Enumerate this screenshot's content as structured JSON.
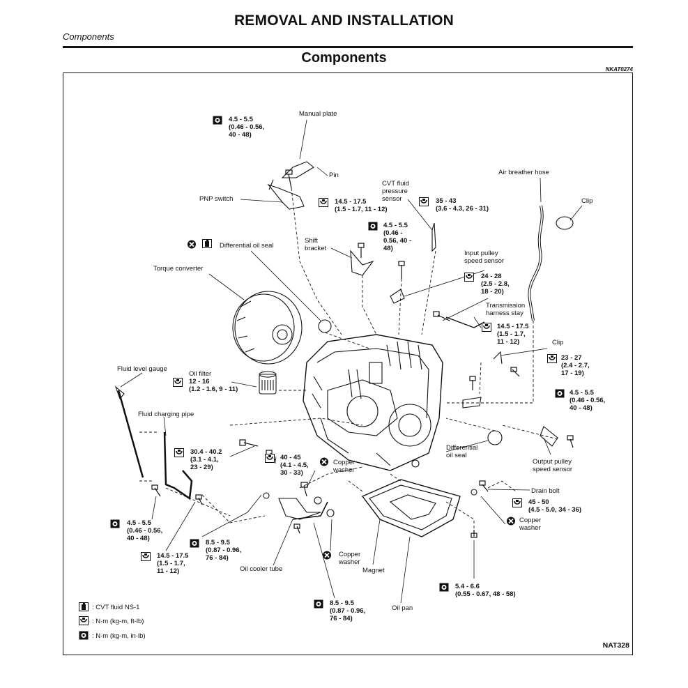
{
  "header": {
    "title": "REMOVAL AND INSTALLATION",
    "section": "Components",
    "subtitle": "Components",
    "figure_code": "NKAT0274",
    "figure_id": "NAT328"
  },
  "labels": {
    "manual_plate": "Manual plate",
    "pin": "Pin",
    "pnp_switch": "PNP switch",
    "cvt_fluid_pressure_sensor": "CVT fluid\npressure\nsensor",
    "air_breather_hose": "Air breather hose",
    "clip_top": "Clip",
    "shift_bracket": "Shift\nbracket",
    "differential_oil_seal_top": "Differential oil seal",
    "torque_converter": "Torque converter",
    "input_pulley_speed_sensor": "Input pulley\nspeed sensor",
    "transmission_harness_stay": "Transmission\nharness stay",
    "clip_mid": "Clip",
    "fluid_level_gauge": "Fluid level gauge",
    "oil_filter": "Oil filter",
    "fluid_charging_pipe": "Fluid charging pipe",
    "differential_oil_seal_right": "Differential\noil seal",
    "copper_washer_1": "Copper\nwasher",
    "output_pulley_speed_sensor": "Output pulley\nspeed sensor",
    "drain_bolt": "Drain bolt",
    "copper_washer_2": "Copper\nwasher",
    "copper_washer_3": "Copper\nwasher",
    "oil_cooler_tube": "Oil cooler tube",
    "magnet": "Magnet",
    "oil_pan": "Oil pan"
  },
  "torques": {
    "t1": "4.5 - 5.5\n(0.46 - 0.56,\n40 - 48)",
    "t2": "14.5 - 17.5\n(1.5 - 1.7, 11 - 12)",
    "t3": "35 - 43\n(3.6 - 4.3, 26 - 31)",
    "t4": "4.5 - 5.5\n(0.46 -\n0.56, 40 -\n48)",
    "t5": "24 - 28\n(2.5 - 2.8,\n18 - 20)",
    "t6": "14.5 - 17.5\n(1.5 - 1.7,\n11 - 12)",
    "t7": "23 - 27\n(2.4 - 2.7,\n17 - 19)",
    "t8": "12 - 16\n(1.2 - 1.6, 9 - 11)",
    "t9": "4.5 - 5.5\n(0.46 - 0.56,\n40 - 48)",
    "t10": "30.4 - 40.2\n(3.1 - 4.1,\n23 - 29)",
    "t11": "40 - 45\n(4.1 - 4.5,\n30 - 33)",
    "t12": "45 - 50\n(4.5 - 5.0, 34 - 36)",
    "t13": "4.5 - 5.5\n(0.46 - 0.56,\n40 - 48)",
    "t14": "8.5 - 9.5\n(0.87 - 0.96,\n76 - 84)",
    "t15": "14.5 - 17.5\n(1.5 - 1.7,\n11 - 12)",
    "t16": "5.4 - 6.6\n(0.55 - 0.67, 48 - 58)",
    "t17": "8.5 - 9.5\n(0.87 - 0.96,\n76 - 84)"
  },
  "legend": {
    "fluid": ": CVT fluid NS-1",
    "nm_ftlb": ": N·m (kg-m, ft-lb)",
    "nm_inlb": ": N·m (kg-m, in-lb)"
  },
  "icons": [
    "torque-ftlb-icon",
    "torque-inlb-icon",
    "do-not-reuse-icon",
    "cvt-fluid-icon"
  ]
}
